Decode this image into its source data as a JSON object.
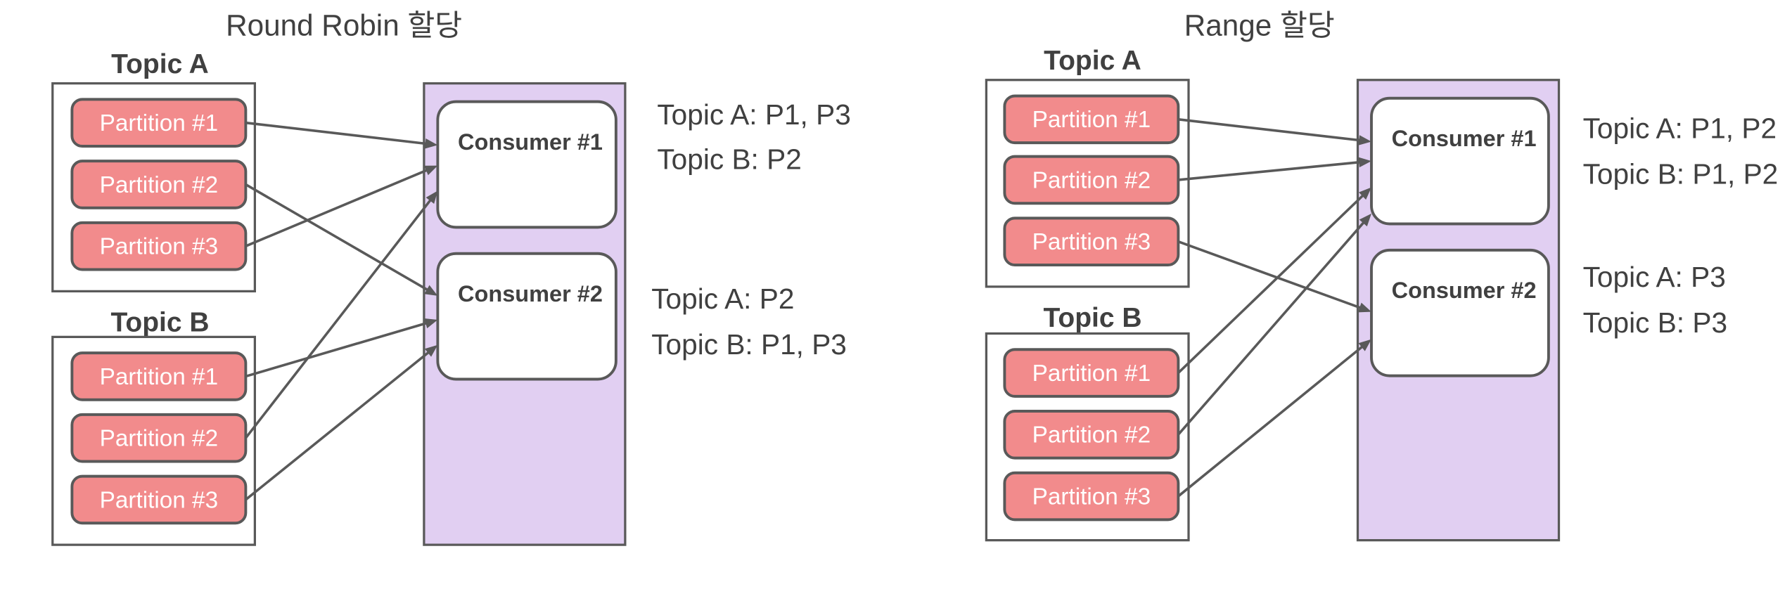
{
  "colors": {
    "partition_fill": "#F28B8C",
    "partition_text": "#FFFFFF",
    "consumer_group_fill": "#E1CFF2",
    "consumer_fill": "#FFFFFF",
    "stroke": "#595959",
    "text": "#404040"
  },
  "diagrams": [
    {
      "title": "Round Robin 할당",
      "topics": [
        {
          "name": "Topic A",
          "partitions": [
            "Partition #1",
            "Partition #2",
            "Partition #3"
          ]
        },
        {
          "name": "Topic B",
          "partitions": [
            "Partition #1",
            "Partition #2",
            "Partition #3"
          ]
        }
      ],
      "consumers": [
        {
          "name": "Consumer #1",
          "assignment": [
            "Topic A: P1, P3",
            "Topic B: P2"
          ]
        },
        {
          "name": "Consumer #2",
          "assignment": [
            "Topic A: P2",
            "Topic B: P1, P3"
          ]
        }
      ],
      "edges": [
        {
          "topic": 0,
          "partition": 0,
          "consumer": 0
        },
        {
          "topic": 0,
          "partition": 1,
          "consumer": 1
        },
        {
          "topic": 0,
          "partition": 2,
          "consumer": 0
        },
        {
          "topic": 1,
          "partition": 0,
          "consumer": 1
        },
        {
          "topic": 1,
          "partition": 1,
          "consumer": 0
        },
        {
          "topic": 1,
          "partition": 2,
          "consumer": 1
        }
      ]
    },
    {
      "title": "Range 할당",
      "topics": [
        {
          "name": "Topic A",
          "partitions": [
            "Partition #1",
            "Partition #2",
            "Partition #3"
          ]
        },
        {
          "name": "Topic B",
          "partitions": [
            "Partition #1",
            "Partition #2",
            "Partition #3"
          ]
        }
      ],
      "consumers": [
        {
          "name": "Consumer #1",
          "assignment": [
            "Topic A: P1, P2",
            "Topic B: P1, P2"
          ]
        },
        {
          "name": "Consumer #2",
          "assignment": [
            "Topic A: P3",
            "Topic B: P3"
          ]
        }
      ],
      "edges": [
        {
          "topic": 0,
          "partition": 0,
          "consumer": 0
        },
        {
          "topic": 0,
          "partition": 1,
          "consumer": 0
        },
        {
          "topic": 0,
          "partition": 2,
          "consumer": 1
        },
        {
          "topic": 1,
          "partition": 0,
          "consumer": 0
        },
        {
          "topic": 1,
          "partition": 1,
          "consumer": 0
        },
        {
          "topic": 1,
          "partition": 2,
          "consumer": 1
        }
      ]
    }
  ]
}
